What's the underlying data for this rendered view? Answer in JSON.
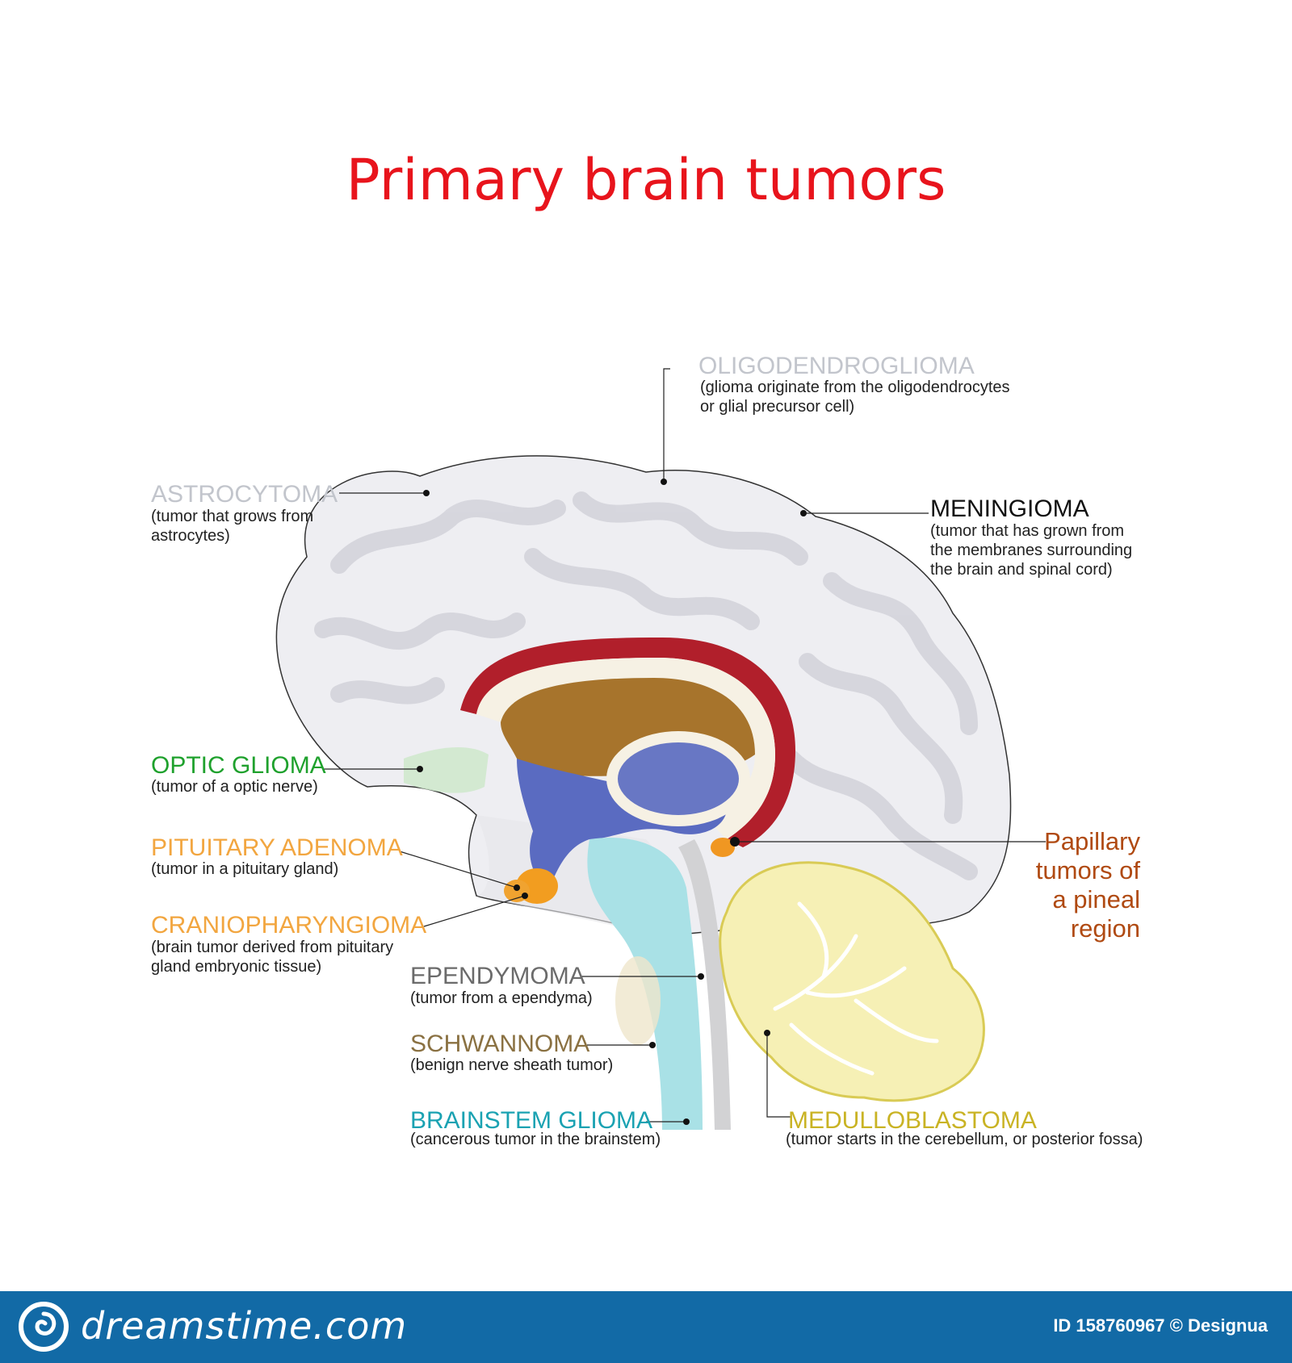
{
  "title": "Primary brain tumors",
  "labels": {
    "oligodendroglioma": {
      "name": "OLIGODENDROGLIOMA",
      "desc1": "(glioma originate from the oligodendrocytes",
      "desc2": "or glial precursor cell)",
      "color": "#c2c5cc"
    },
    "astrocytoma": {
      "name": "ASTROCYTOMA",
      "desc1": "(tumor that grows from",
      "desc2": "astrocytes)",
      "color": "#c2c5cc"
    },
    "meningioma": {
      "name": "MENINGIOMA",
      "desc1": "(tumor that has grown from",
      "desc2": "the membranes surrounding",
      "desc3": "the brain and spinal cord)",
      "color": "#111111"
    },
    "optic_glioma": {
      "name": "OPTIC GLIOMA",
      "desc1": "(tumor of a optic nerve)",
      "color": "#1fa12d"
    },
    "pituitary_adenoma": {
      "name": "PITUITARY ADENOMA",
      "desc1": "(tumor in a pituitary gland)",
      "color": "#f2a640"
    },
    "craniopharyngioma": {
      "name": "CRANIOPHARYNGIOMA",
      "desc1": "(brain tumor derived from pituitary",
      "desc2": "gland embryonic tissue)",
      "color": "#f2a640"
    },
    "ependymoma": {
      "name": "EPENDYMOMA",
      "desc1": "(tumor from a ependyma)",
      "color": "#6b6b6b"
    },
    "schwannoma": {
      "name": "SCHWANNOMA",
      "desc1": "(benign nerve sheath tumor)",
      "color": "#8a7142"
    },
    "brainstem_glioma": {
      "name": "BRAINSTEM GLIOMA",
      "desc1": "(cancerous tumor in the brainstem)",
      "color": "#1aa2b2"
    },
    "medulloblastoma": {
      "name": "MEDULLOBLASTOMA",
      "desc1": "(tumor starts in the cerebellum, or posterior fossa)",
      "color": "#c9b324"
    },
    "papillary": {
      "line1": "Papillary",
      "line2": "tumors of",
      "line3": "a pineal",
      "line4": "region",
      "color": "#b04a12"
    }
  },
  "footer": {
    "brand": "dreamstime.com",
    "credit": "ID 158760967 © Designua",
    "bg_color": "#126aa6"
  }
}
